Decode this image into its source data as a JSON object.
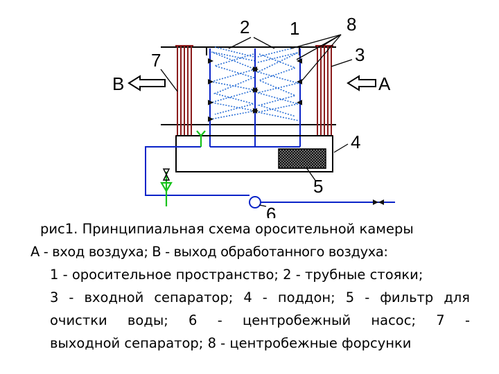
{
  "diagram": {
    "labels": {
      "n1": "1",
      "n2": "2",
      "n3": "3",
      "n4": "4",
      "n5": "5",
      "n6": "6",
      "n7": "7",
      "n8": "8",
      "inlet": "А",
      "outlet": "В"
    },
    "colors": {
      "frame": "#000000",
      "separator": "#8b1c1c",
      "spray": "#2a6fd6",
      "water_pipe": "#0a23c8",
      "valve_line": "#16c21a"
    }
  },
  "caption": {
    "title": "рис1. Принципиальная схема оросительной камеры",
    "line2": "А - вход воздуха; В - выход обработанного воздуха:",
    "line3": "1 - оросительное пространство; 2 - трубные стояки;",
    "line4": "3 - входной сепаратор; 4 - поддон; 5 - фильтр для",
    "line5": "очистки воды; 6 - центробежный насос; 7 -",
    "line6": "выходной сепаратор; 8 - центробежные форсунки"
  }
}
